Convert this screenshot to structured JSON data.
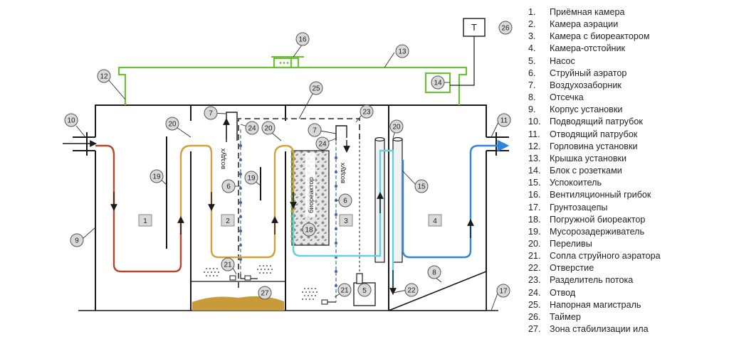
{
  "diagram": {
    "chambers": [
      "1",
      "2",
      "3",
      "4"
    ],
    "labels": {
      "air_left": "воздух",
      "air_right": "воздух",
      "bioreactor": "биореактор",
      "timer": "T",
      "pump": "5"
    },
    "callouts": [
      "6",
      "6",
      "7",
      "7",
      "8",
      "9",
      "10",
      "11",
      "12",
      "13",
      "14",
      "15",
      "16",
      "17",
      "18",
      "19",
      "19",
      "20",
      "20",
      "20",
      "21",
      "21",
      "22",
      "23",
      "24",
      "24",
      "25",
      "26",
      "27"
    ],
    "colors": {
      "structure": "#1a1a1a",
      "lid_pipe": "#6fbe3a",
      "flow_chamber1": "#b5472a",
      "flow_chamber2": "#d2a23a",
      "flow_chamber3": "#63cfe0",
      "flow_chamber4": "#2f86d8",
      "aerator_line": "#4a6b9a",
      "sludge": "#c99a3a",
      "chamber_badge": "#d9d9d9"
    }
  },
  "legend": [
    {
      "num": "1.",
      "text": "Приёмная камера"
    },
    {
      "num": "2.",
      "text": "Камера аэрации"
    },
    {
      "num": "3.",
      "text": "Камера с биореактором"
    },
    {
      "num": "4.",
      "text": "Камера-отстойник"
    },
    {
      "num": "5.",
      "text": "Насос"
    },
    {
      "num": "6.",
      "text": "Струйный аэратор"
    },
    {
      "num": "7.",
      "text": "Воздухозаборник"
    },
    {
      "num": "8.",
      "text": "Отсечка"
    },
    {
      "num": "9.",
      "text": "Корпус установки"
    },
    {
      "num": "10.",
      "text": "Подводящий патрубок"
    },
    {
      "num": "11.",
      "text": "Отводящий патрубок"
    },
    {
      "num": "12.",
      "text": "Горловина установки"
    },
    {
      "num": "13.",
      "text": "Крышка установки"
    },
    {
      "num": "14.",
      "text": "Блок с розетками"
    },
    {
      "num": "15.",
      "text": "Успокоитель"
    },
    {
      "num": "16.",
      "text": "Вентиляционный грибок"
    },
    {
      "num": "17.",
      "text": "Грунтозацепы"
    },
    {
      "num": "18.",
      "text": "Погружной биореактор"
    },
    {
      "num": "19.",
      "text": "Мусорозадерживатель"
    },
    {
      "num": "20.",
      "text": "Переливы"
    },
    {
      "num": "21.",
      "text": "Сопла струйного аэратора"
    },
    {
      "num": "22.",
      "text": "Отверстие"
    },
    {
      "num": "23.",
      "text": "Разделитель потока"
    },
    {
      "num": "24.",
      "text": "Отвод"
    },
    {
      "num": "25.",
      "text": "Напорная магистраль"
    },
    {
      "num": "26.",
      "text": "Таймер"
    },
    {
      "num": "27.",
      "text": "Зона стабилизации ила"
    }
  ]
}
